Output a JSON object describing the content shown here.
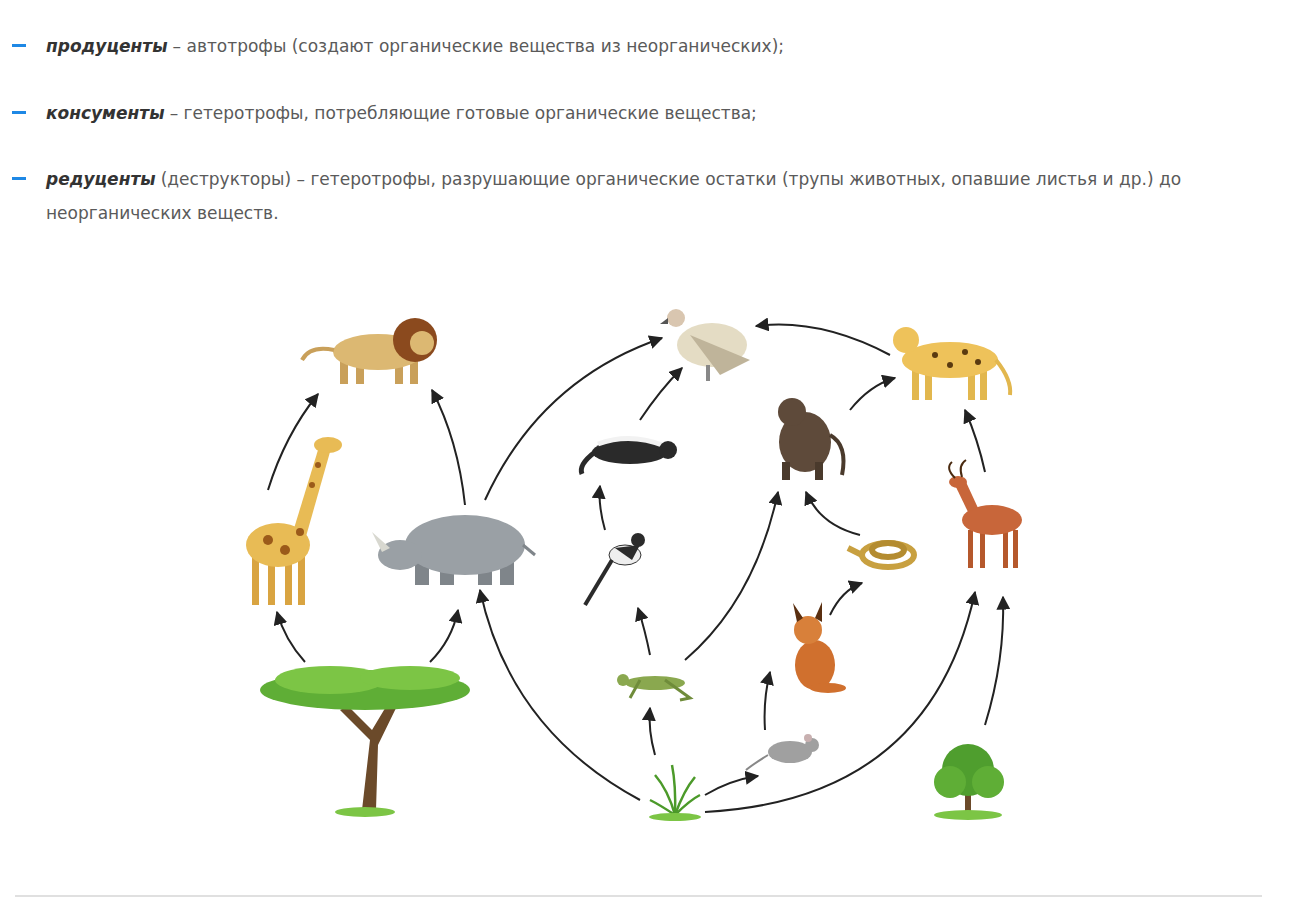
{
  "diagram": {
    "labels": [
      "продуценты",
      "– автотрофы (создают органические вещества из неорганических);",
      "консументы",
      "– гетеротрофы, потребляющие готовые органические вещества;",
      "редуценты",
      "(деструкторы) – гетеротрофы, разрушающие органические остатки (трупы животных, опавшие листья и др.) до неорганических веществ."
    ]
  }
}
